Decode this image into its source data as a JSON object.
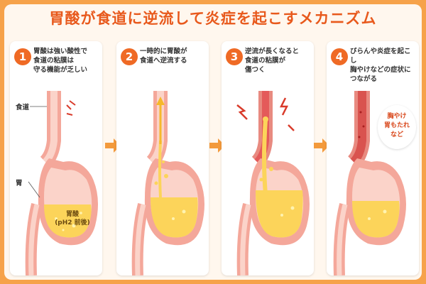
{
  "title": "胃酸が食道に逆流して炎症を起こすメカニズム",
  "steps": [
    {
      "number": "1",
      "text": "胃酸は強い酸性で\n食道の粘膜は\n守る機能が乏しい"
    },
    {
      "number": "2",
      "text": "一時的に胃酸が\n食道へ逆流する"
    },
    {
      "number": "3",
      "text": "逆流が長くなると\n食道の粘膜が\n傷つく"
    },
    {
      "number": "4",
      "text": "びらんや炎症を起こし\n胸やけなどの症状に\nつながる"
    }
  ],
  "labels": {
    "esophagus": "食道",
    "stomach": "胃",
    "acid": "胃酸\n(pH2 前後)"
  },
  "symptoms": "胸やけ\n胃もたれ\nなど",
  "colors": {
    "accent": "#ef6a25",
    "stomach_wall": "#f4a79a",
    "acid": "#fcd45a",
    "inflamed": "#e45a5a"
  }
}
